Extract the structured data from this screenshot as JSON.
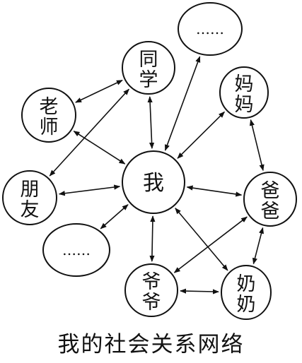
{
  "title": "我的社会关系网络",
  "colors": {
    "stroke": "#111111",
    "fill": "#ffffff"
  },
  "nodes": [
    {
      "id": "me",
      "label": "我",
      "name": "node-me"
    },
    {
      "id": "classmate",
      "label": "同学",
      "name": "node-classmate"
    },
    {
      "id": "teacher",
      "label": "老师",
      "name": "node-teacher"
    },
    {
      "id": "friend",
      "label": "朋友",
      "name": "node-friend"
    },
    {
      "id": "mom",
      "label": "妈妈",
      "name": "node-mom"
    },
    {
      "id": "dad",
      "label": "爸爸",
      "name": "node-dad"
    },
    {
      "id": "grandpa",
      "label": "爷爷",
      "name": "node-grandpa"
    },
    {
      "id": "grandma",
      "label": "奶奶",
      "name": "node-grandma"
    },
    {
      "id": "etc_top",
      "label": "……",
      "name": "node-ellipsis-top"
    },
    {
      "id": "etc_left",
      "label": "……",
      "name": "node-ellipsis-left"
    }
  ],
  "edges": [
    {
      "from": "teacher",
      "to": "classmate"
    },
    {
      "from": "classmate",
      "to": "me"
    },
    {
      "from": "teacher",
      "to": "me"
    },
    {
      "from": "friend",
      "to": "classmate"
    },
    {
      "from": "friend",
      "to": "me"
    },
    {
      "from": "etc_top",
      "to": "me"
    },
    {
      "from": "mom",
      "to": "me"
    },
    {
      "from": "mom",
      "to": "dad"
    },
    {
      "from": "me",
      "to": "dad"
    },
    {
      "from": "etc_left",
      "to": "me"
    },
    {
      "from": "me",
      "to": "grandpa"
    },
    {
      "from": "me",
      "to": "grandma"
    },
    {
      "from": "dad",
      "to": "grandpa"
    },
    {
      "from": "dad",
      "to": "grandma"
    },
    {
      "from": "grandpa",
      "to": "grandma"
    }
  ]
}
